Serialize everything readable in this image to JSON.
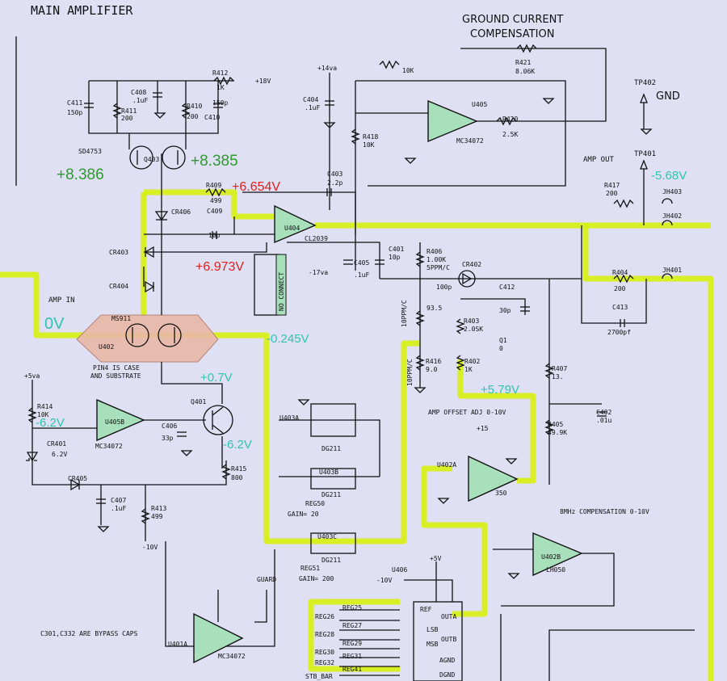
{
  "title": "MAIN AMPLIFIER",
  "section_ground_current": [
    "GROUND CURRENT",
    "COMPENSATION"
  ],
  "gnd_label": "GND",
  "amp_out_label": "AMP OUT",
  "amp_in_label": "AMP IN",
  "test_points": {
    "tp402": "TP402",
    "tp401": "TP401"
  },
  "voltages": {
    "q403_left": "+8.386",
    "q403_right": "+8.385",
    "r409_node": "+6.654V",
    "u404_pin1": "+6.973V",
    "amp_in": "0V",
    "u402_output": "-0.245V",
    "q401_base": "+0.7V",
    "cr401_node": "-6.2V",
    "q401_emitter": "-6.2V",
    "tp401": "-5.68V",
    "u402a_input": "+5.79V"
  },
  "components": {
    "r412": [
      "R412",
      "1K"
    ],
    "r411": [
      "R411",
      "200"
    ],
    "r410": [
      "R410",
      "200"
    ],
    "c411": [
      "C411",
      "150p"
    ],
    "c410": [
      "150p",
      "C410"
    ],
    "c408": [
      "C408",
      ".1uF"
    ],
    "plus18v": "+18V",
    "q403": [
      "SD4753",
      "Q403"
    ],
    "r409": [
      "R409",
      "499"
    ],
    "c409": [
      "C409",
      "10p"
    ],
    "cr406": "CR406",
    "cr403": "CR403",
    "cr404": "CR404",
    "u404": [
      "U404",
      "CL2039"
    ],
    "c403": [
      "C403",
      "2.2p"
    ],
    "c404": [
      "C404",
      ".1uF"
    ],
    "plus14va": "+14va",
    "r418": [
      "R418",
      "10K"
    ],
    "r421": [
      "R421",
      "8.06K"
    ],
    "r_top": "10K",
    "r420": [
      "R420",
      "2.5K"
    ],
    "u405": [
      "U405",
      "MC34072"
    ],
    "no_connect": "NO CONNECT",
    "c405": [
      "C405",
      ".1uF"
    ],
    "minus17va": "-17va",
    "c401": [
      "C401",
      "10p"
    ],
    "r406": [
      "R406",
      "1.00K",
      "5PPM/C"
    ],
    "cr402": "CR402",
    "c412": [
      "C412",
      "30p"
    ],
    "c_100p": "100p",
    "r_93": [
      "93.5"
    ],
    "r403": [
      "R403",
      "2.0SK"
    ],
    "q1": [
      "Q1",
      "0"
    ],
    "tempco1": "10PPM/C",
    "r416": [
      "R416",
      "9.0"
    ],
    "r402": [
      "R402",
      "1K"
    ],
    "tempco2": "10PPM/C",
    "r417": [
      "R417",
      "200"
    ],
    "jh403": "JH403",
    "jh402": "JH402",
    "r404": [
      "R404",
      "200"
    ],
    "jh401": "JH401",
    "c413": [
      "C413",
      "2700pf"
    ],
    "r407": [
      "R407",
      "13."
    ],
    "r405": [
      "R405",
      "49.9K"
    ],
    "c402": [
      "C402",
      ".01u"
    ],
    "u402": [
      "MS911",
      "U402"
    ],
    "pin4_note": [
      "PIN4 IS CASE",
      "AND SUBSTRATE"
    ],
    "plus5va": "+5va",
    "r414": [
      "R414",
      "10K"
    ],
    "cr401": [
      "CR401",
      "6.2V"
    ],
    "u405b": [
      "U405B",
      "MC34072"
    ],
    "q401": "Q401",
    "c406": [
      "C406",
      "33p"
    ],
    "r415": [
      "R415",
      "800"
    ],
    "cr405": "CR405",
    "c407": [
      "C407",
      ".1uF"
    ],
    "r413": [
      "R413",
      "499"
    ],
    "minus10v": "-10V",
    "u403a": [
      "U403A",
      "DG211"
    ],
    "u403b": [
      "U403B",
      "DG211",
      "REG50",
      "GAIN= 20"
    ],
    "u403c": [
      "U403C",
      "DG211",
      "REG51",
      "GAIN= 200"
    ],
    "amp_offset": "AMP OFFSET ADJ  0-10V",
    "u402a": [
      "U402A",
      "350"
    ],
    "plus15": "+15",
    "u402b": [
      "U402B",
      "LH050"
    ],
    "comp8mhz": "8MHz COMPENSATION 0-10V",
    "plus5v": "+5V",
    "u406": "U406",
    "u406_pins": [
      "REF",
      "OUTA",
      "LSB",
      "MSB",
      "OUTB",
      "AGND",
      "DGND"
    ],
    "regs": [
      "REG25",
      "REG26",
      "REG27",
      "REG28",
      "REG29",
      "REG30",
      "REG31",
      "REG32",
      "REG41"
    ],
    "stb_bar": "STB_BAR",
    "u401a": [
      "U401A",
      "MC34072"
    ],
    "guard": "GUARD",
    "bypass_note": "C301,C332 ARE BYPASS CAPS",
    "minus10v_b": "-10V"
  },
  "colors": {
    "background": "#dfe0f3",
    "highlight": "#d7f000",
    "opamp_fill": "#a8e0bc",
    "hex_fill": "#e9b7a8"
  }
}
